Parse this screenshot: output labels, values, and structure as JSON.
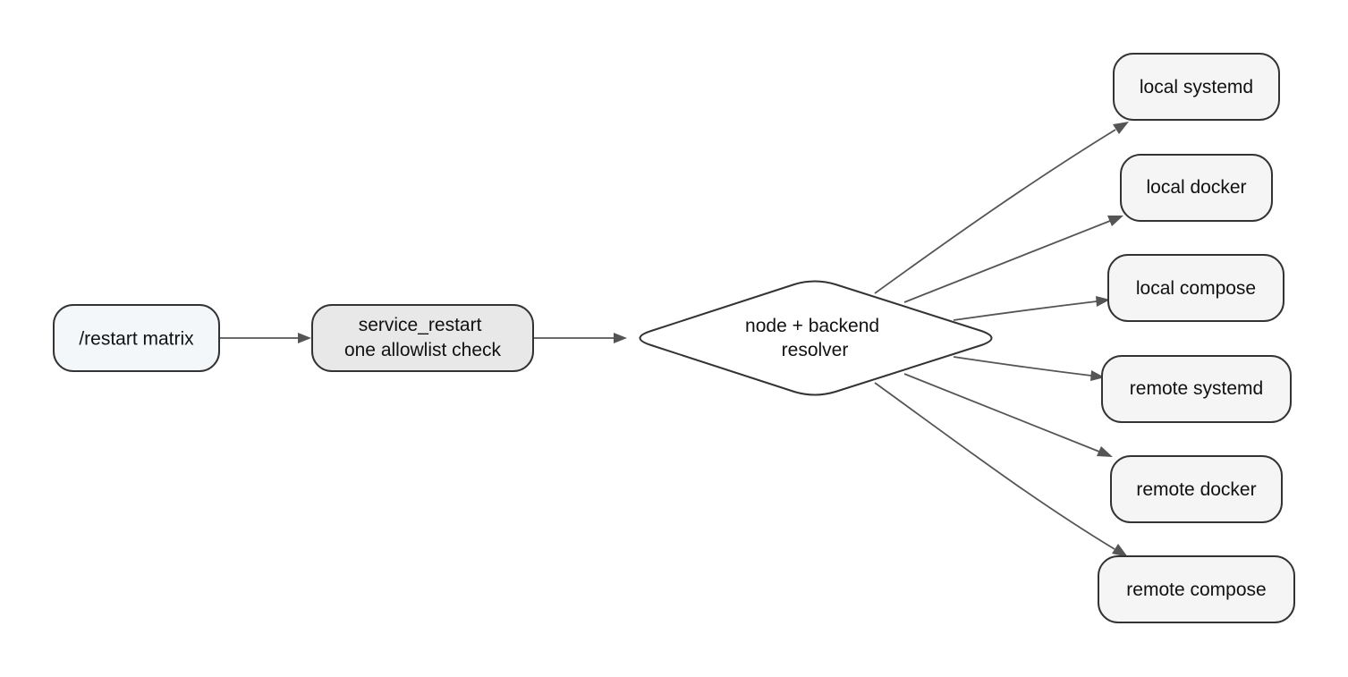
{
  "nodes": {
    "restart_command": {
      "lines": [
        "/restart matrix"
      ],
      "fill": "#f3f7fa"
    },
    "service_restart": {
      "lines": [
        "service_restart",
        "one allowlist check"
      ],
      "fill": "#e8e8e8"
    },
    "resolver": {
      "lines": [
        "node + backend",
        "resolver"
      ],
      "fill": "#ffffff"
    },
    "local_systemd": {
      "lines": [
        "local systemd"
      ],
      "fill": "#f5f5f5"
    },
    "local_docker": {
      "lines": [
        "local docker"
      ],
      "fill": "#f5f5f5"
    },
    "local_compose": {
      "lines": [
        "local compose"
      ],
      "fill": "#f5f5f5"
    },
    "remote_systemd": {
      "lines": [
        "remote systemd"
      ],
      "fill": "#f5f5f5"
    },
    "remote_docker": {
      "lines": [
        "remote docker"
      ],
      "fill": "#f5f5f5"
    },
    "remote_compose": {
      "lines": [
        "remote compose"
      ],
      "fill": "#f5f5f5"
    }
  },
  "edges": [
    {
      "from": "restart_command",
      "to": "service_restart"
    },
    {
      "from": "service_restart",
      "to": "resolver"
    },
    {
      "from": "resolver",
      "to": "local_systemd"
    },
    {
      "from": "resolver",
      "to": "local_docker"
    },
    {
      "from": "resolver",
      "to": "local_compose"
    },
    {
      "from": "resolver",
      "to": "remote_systemd"
    },
    {
      "from": "resolver",
      "to": "remote_docker"
    },
    {
      "from": "resolver",
      "to": "remote_compose"
    }
  ],
  "colors": {
    "stroke": "#333333",
    "edge": "#555555",
    "text": "#111111"
  }
}
